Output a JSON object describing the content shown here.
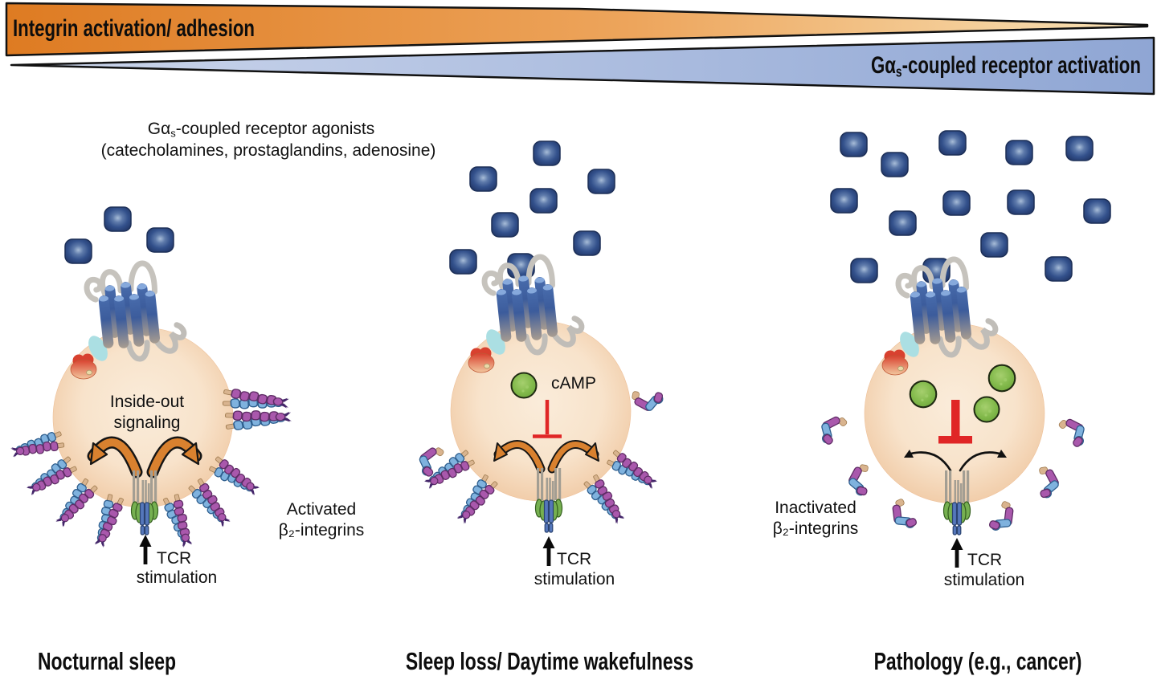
{
  "banners": {
    "integrin": {
      "label": "Integrin activation/ adhesion",
      "color_left": "#de7b22",
      "color_right": "#f8e3b8"
    },
    "gas": {
      "prefix": "Gα",
      "sub": "s",
      "suffix": "-coupled receptor activation",
      "color_left": "#cbd5ea",
      "color_right": "#8fa6d4"
    }
  },
  "legend": {
    "line1_prefix": "Gα",
    "line1_sub": "s",
    "line1_suffix": "-coupled receptor agonists",
    "line2": "(catecholamines, prostaglandins, adenosine)"
  },
  "panels": [
    {
      "title": "Nocturnal sleep",
      "cell_text_line1": "Inside-out",
      "cell_text_line2": "signaling",
      "integrin_state_line1": "Activated",
      "integrin_state_line2": "β₂-integrins",
      "tcr_line1": "TCR",
      "tcr_line2": "stimulation",
      "agonist_count": 3,
      "agonists": [
        [
          81,
          298
        ],
        [
          130,
          258
        ],
        [
          183,
          284
        ]
      ]
    },
    {
      "title": "Sleep loss/ Daytime wakefulness",
      "camp_label": "cAMP",
      "tcr_line1": "TCR",
      "tcr_line2": "stimulation",
      "agonist_count": 8,
      "agonists": [
        [
          664,
          176
        ],
        [
          585,
          208
        ],
        [
          732,
          211
        ],
        [
          660,
          235
        ],
        [
          612,
          265
        ],
        [
          714,
          288
        ],
        [
          560,
          311
        ],
        [
          632,
          316
        ]
      ]
    },
    {
      "title": "Pathology (e.g., cancer)",
      "integrin_state_line1": "Inactivated",
      "integrin_state_line2": "β₂-integrins",
      "tcr_line1": "TCR",
      "tcr_line2": "stimulation",
      "agonist_count": 14,
      "agonists": [
        [
          1046,
          165
        ],
        [
          1097,
          190
        ],
        [
          1169,
          163
        ],
        [
          1252,
          175
        ],
        [
          1327,
          170
        ],
        [
          1034,
          235
        ],
        [
          1107,
          263
        ],
        [
          1174,
          238
        ],
        [
          1254,
          237
        ],
        [
          1349,
          248
        ],
        [
          1221,
          290
        ],
        [
          1059,
          322
        ],
        [
          1149,
          322
        ],
        [
          1301,
          320
        ]
      ]
    }
  ],
  "colors": {
    "cell": "#f5dcbc",
    "agonist": "#2c4579",
    "camp_green": "#83ba4c",
    "inhibition_red": "#e02626",
    "arrow_orange": "#d9812f",
    "integrin_blue": "#7fb2de",
    "integrin_purple": "#a958ac"
  }
}
